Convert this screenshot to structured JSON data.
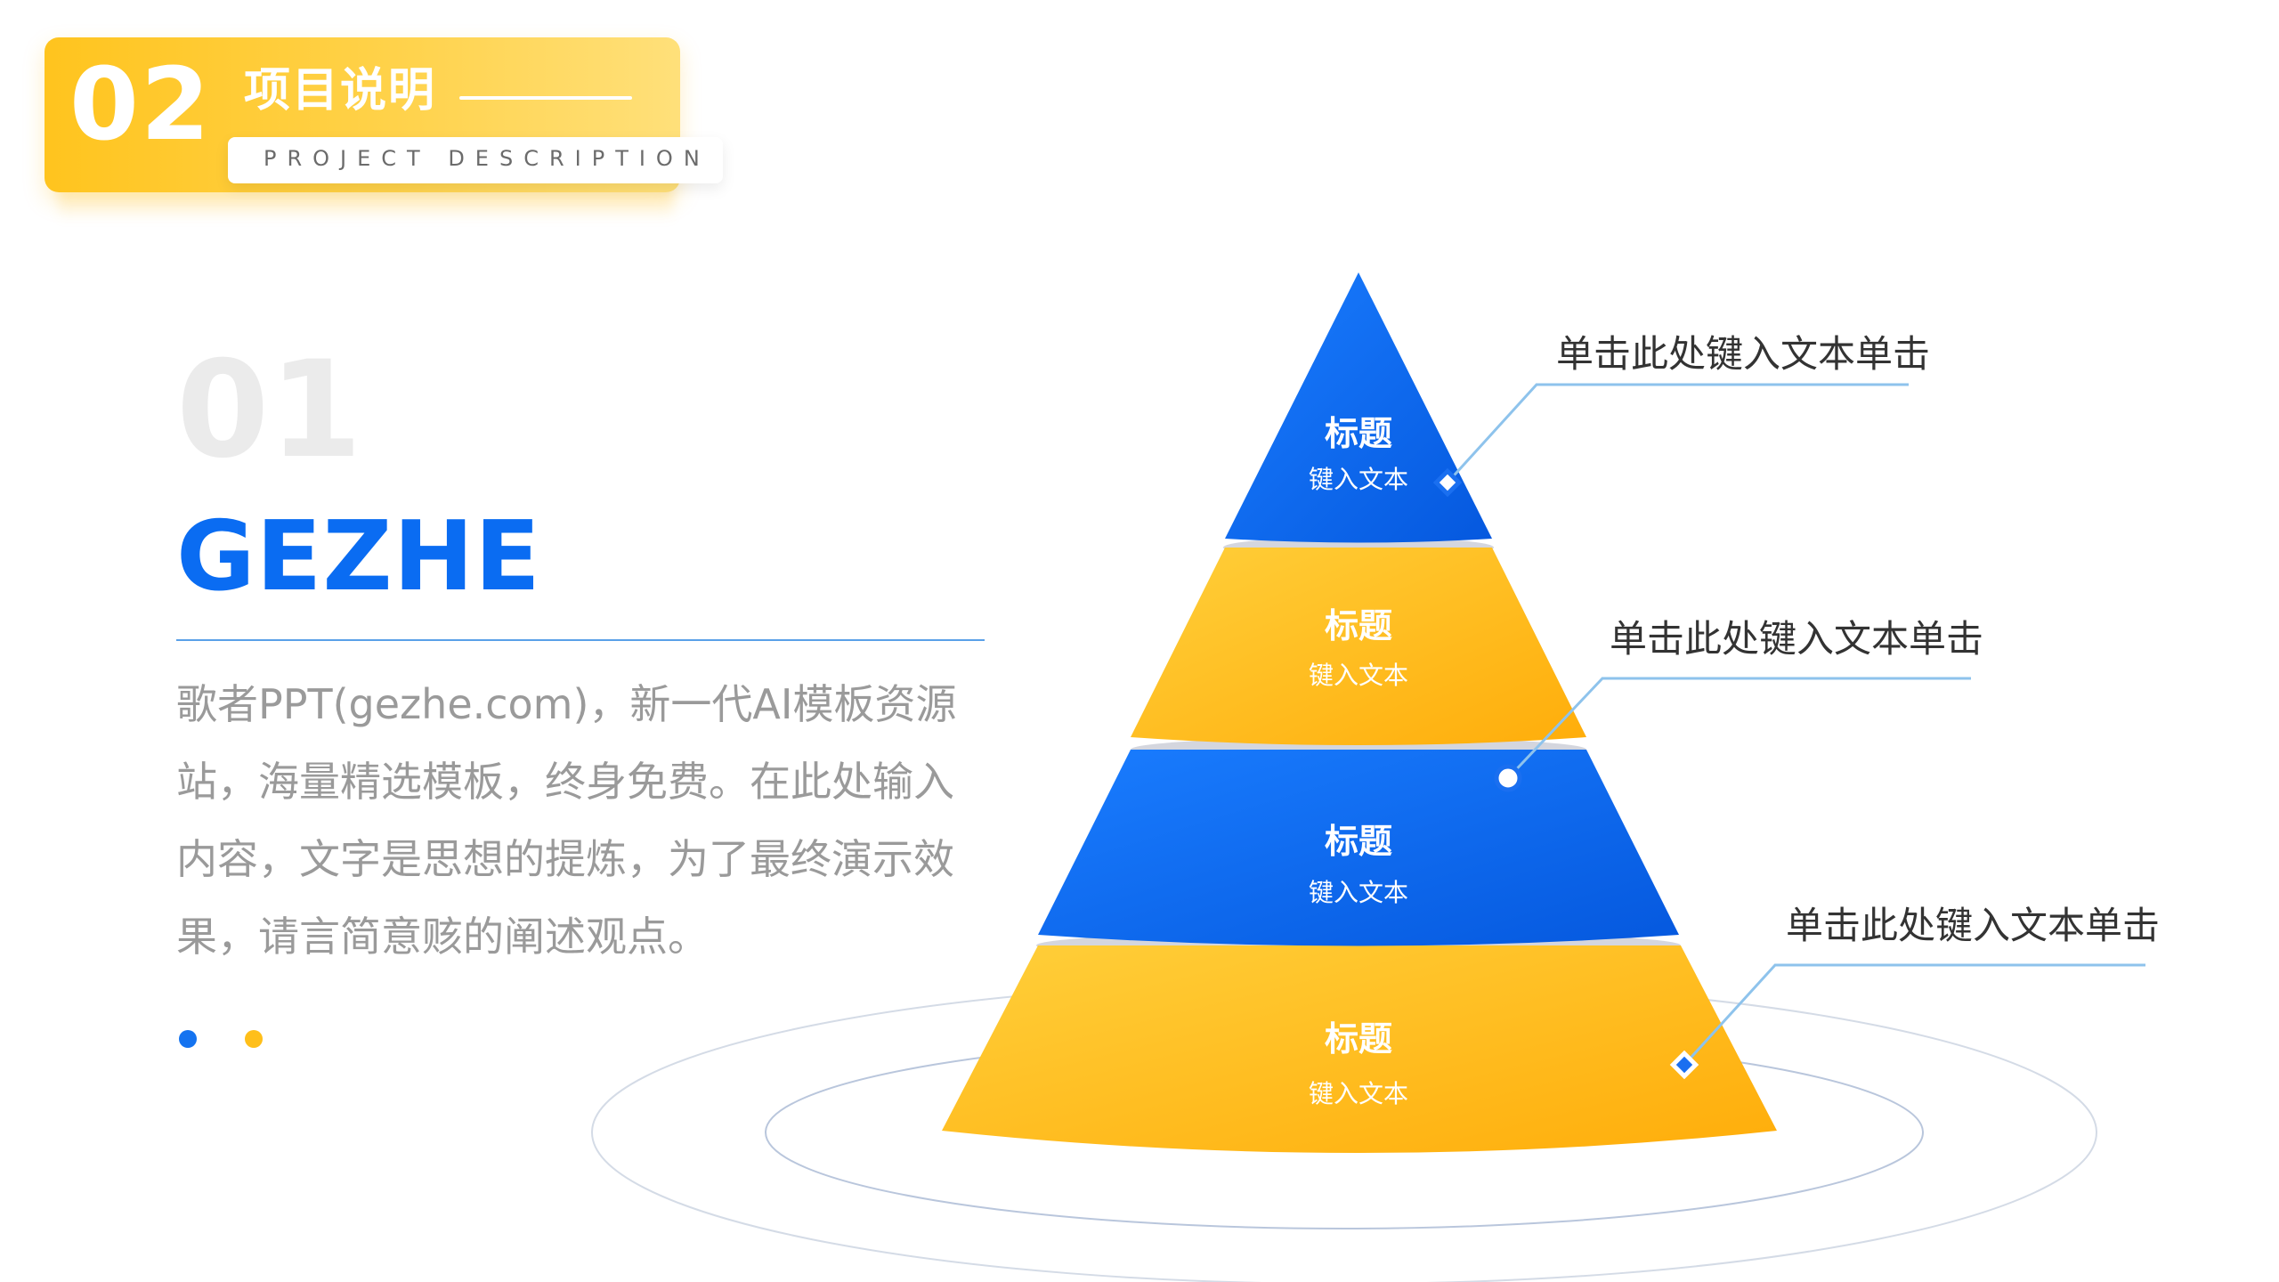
{
  "header": {
    "number": "02",
    "title": "项目说明",
    "subtitle": "PROJECT DESCRIPTION"
  },
  "section": {
    "number": "01",
    "brand": "GEZHE",
    "description": "歌者PPT(gezhe.com)，新一代AI模板资源站，海量精选模板，终身免费。在此处输入内容，文字是思想的提炼，为了最终演示效果，请言简意赅的阐述观点。"
  },
  "pyramid": {
    "levels": [
      {
        "title": "标题",
        "subtitle": "键入文本",
        "color": "#0a6cf2"
      },
      {
        "title": "标题",
        "subtitle": "键入文本",
        "color": "#ffbf1a"
      },
      {
        "title": "标题",
        "subtitle": "键入文本",
        "color": "#0a6cf2"
      },
      {
        "title": "标题",
        "subtitle": "键入文本",
        "color": "#ffbf1a"
      }
    ],
    "callouts": [
      {
        "text": "单击此处键入文本单击"
      },
      {
        "text": "单击此处键入文本单击"
      },
      {
        "text": "单击此处键入文本单击"
      }
    ]
  },
  "colors": {
    "accent_blue": "#0a6cf2",
    "accent_yellow": "#ffbf1a",
    "text_gray": "#9a9a9a"
  }
}
